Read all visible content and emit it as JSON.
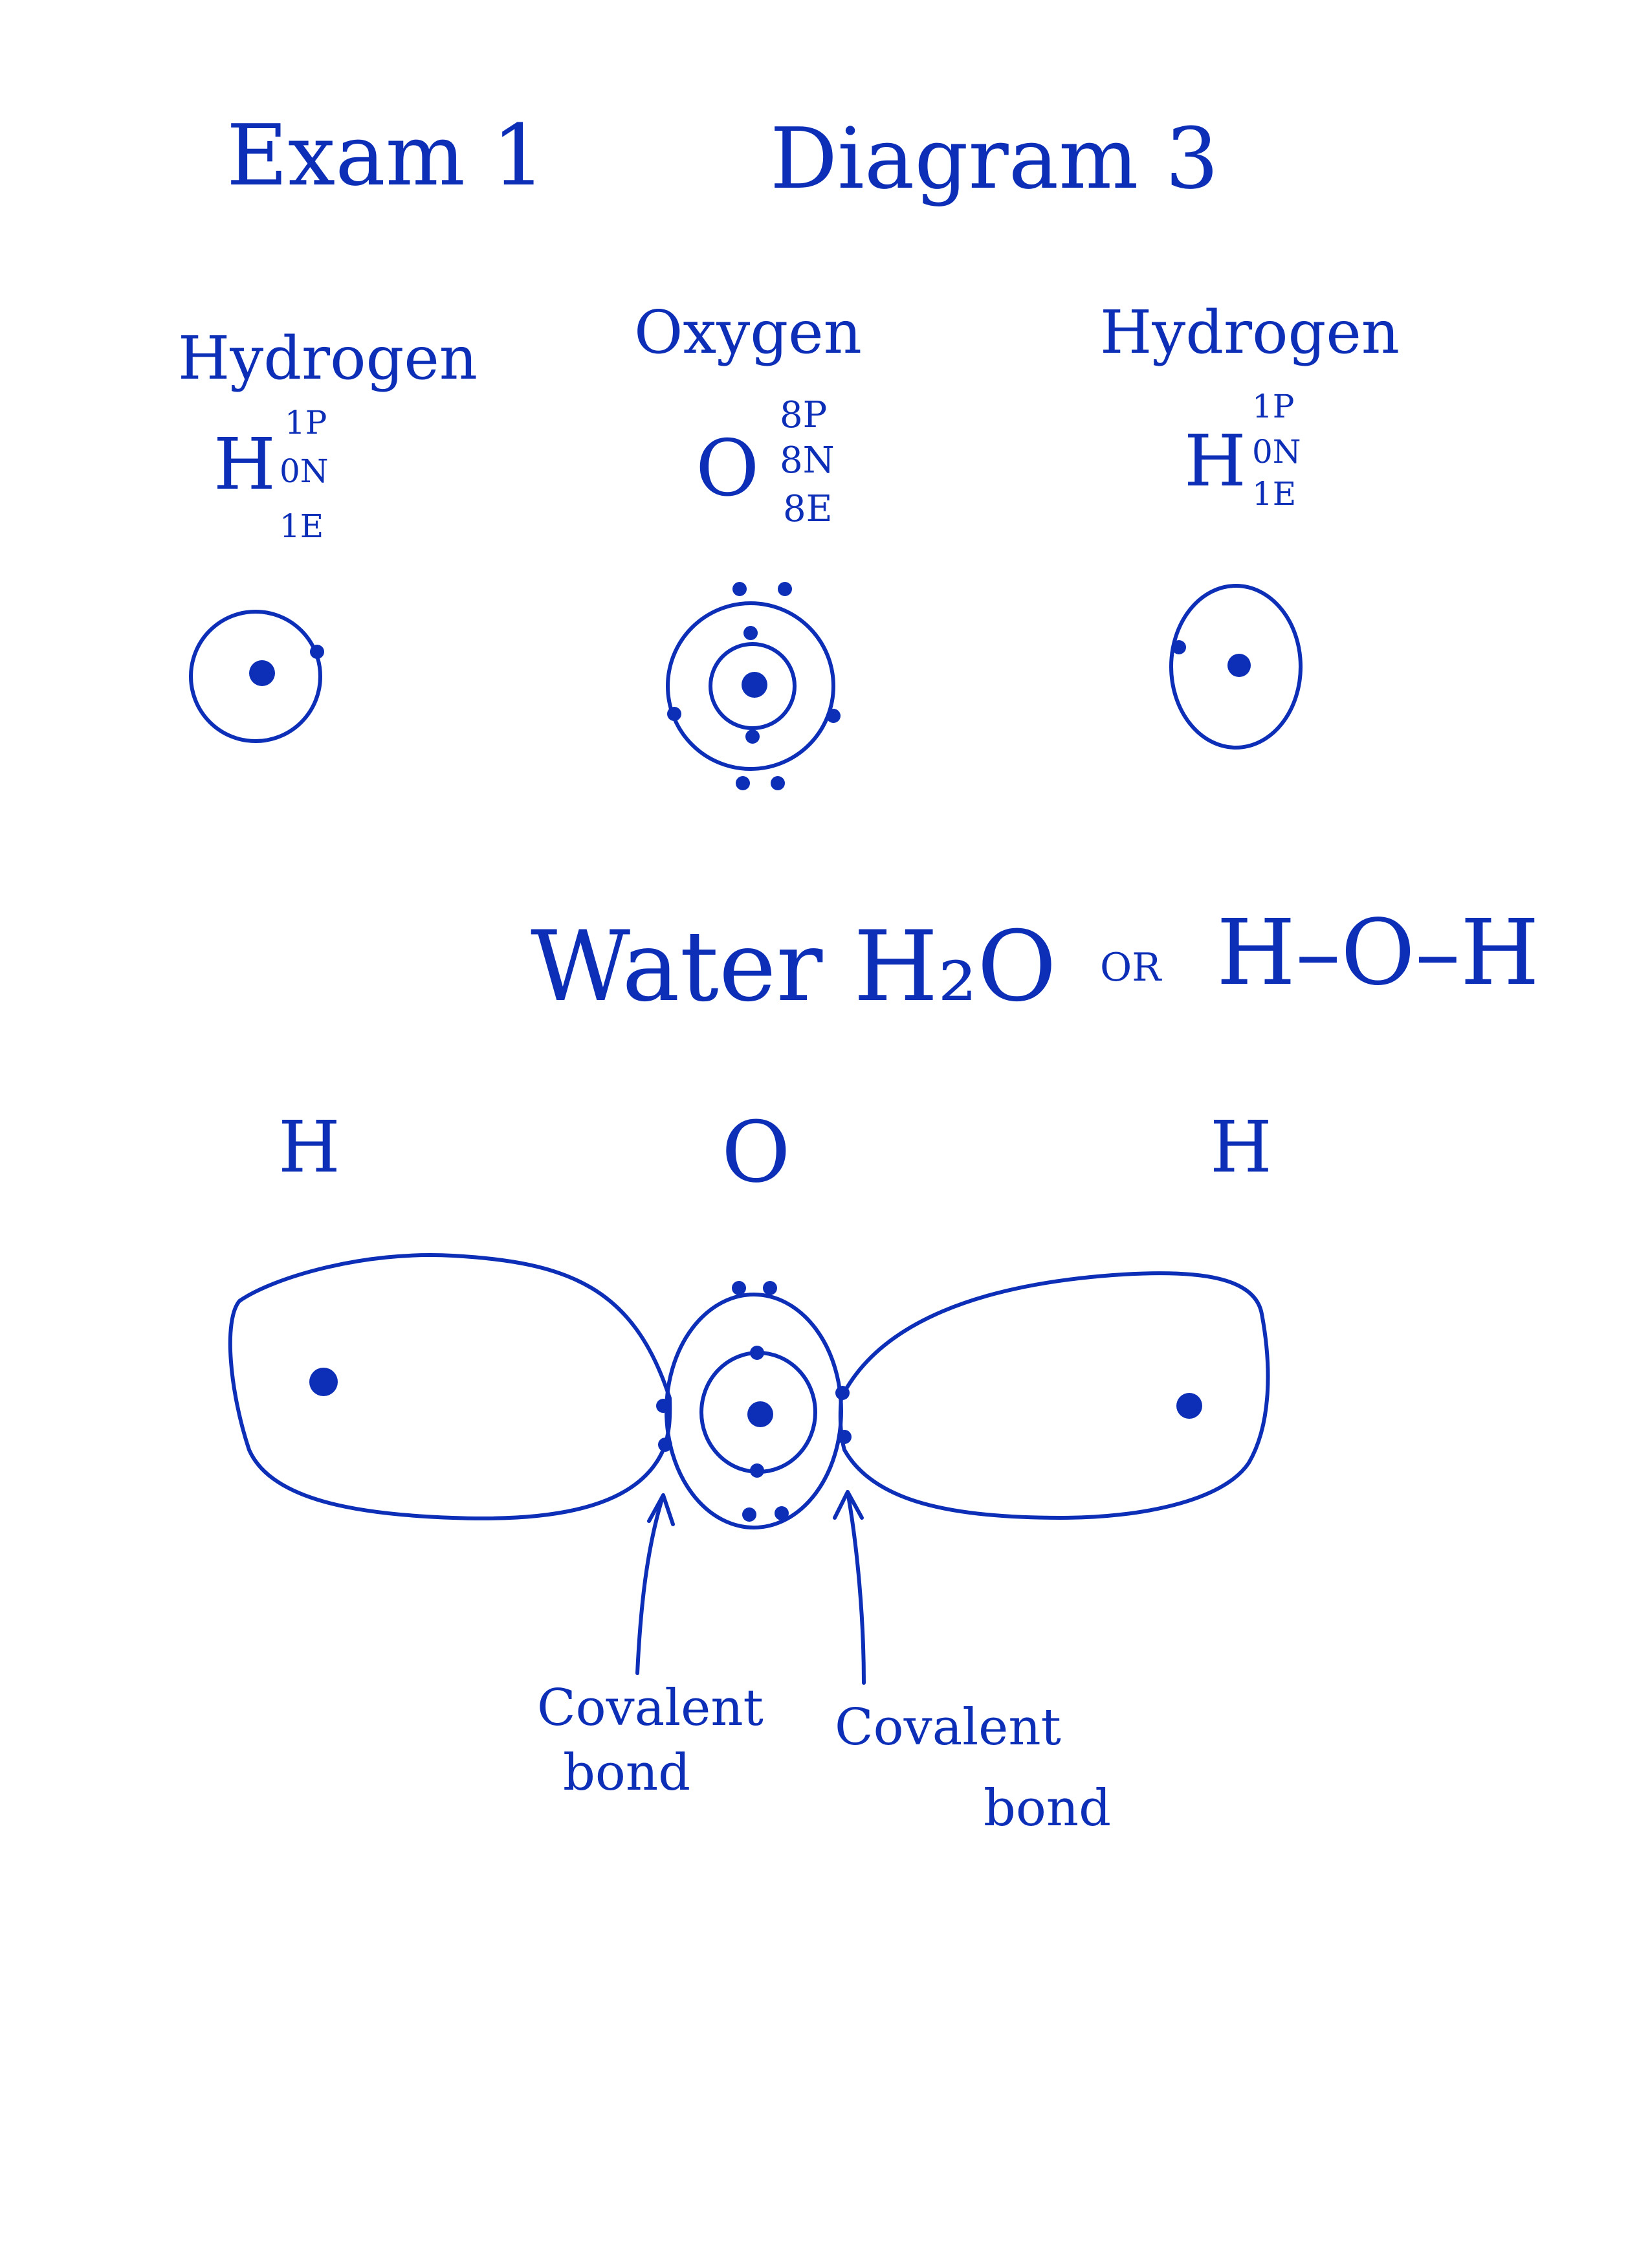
{
  "header": {
    "exam": "Exam 1",
    "diagram": "Diagram 3"
  },
  "atoms": [
    {
      "name": "Hydrogen",
      "symbol": "H",
      "protons": "1P",
      "neutrons": "0N",
      "electrons": "1E"
    },
    {
      "name": "Oxygen",
      "symbol": "O",
      "protons": "8P",
      "neutrons": "8N",
      "electrons": "8E"
    },
    {
      "name": "Hydrogen",
      "symbol": "H",
      "protons": "1P",
      "neutrons": "0N",
      "electrons": "1E"
    }
  ],
  "water": {
    "title": "Water H₂O",
    "or": "OR",
    "structural": "H–O–H",
    "labels": [
      "H",
      "O",
      "H"
    ]
  },
  "bonds": [
    {
      "line1": "Covalent",
      "line2": "bond"
    },
    {
      "line1": "Covalent",
      "line2": "bond"
    }
  ],
  "colors": {
    "ink": "#0d2fb8",
    "paper": "#ffffff"
  }
}
